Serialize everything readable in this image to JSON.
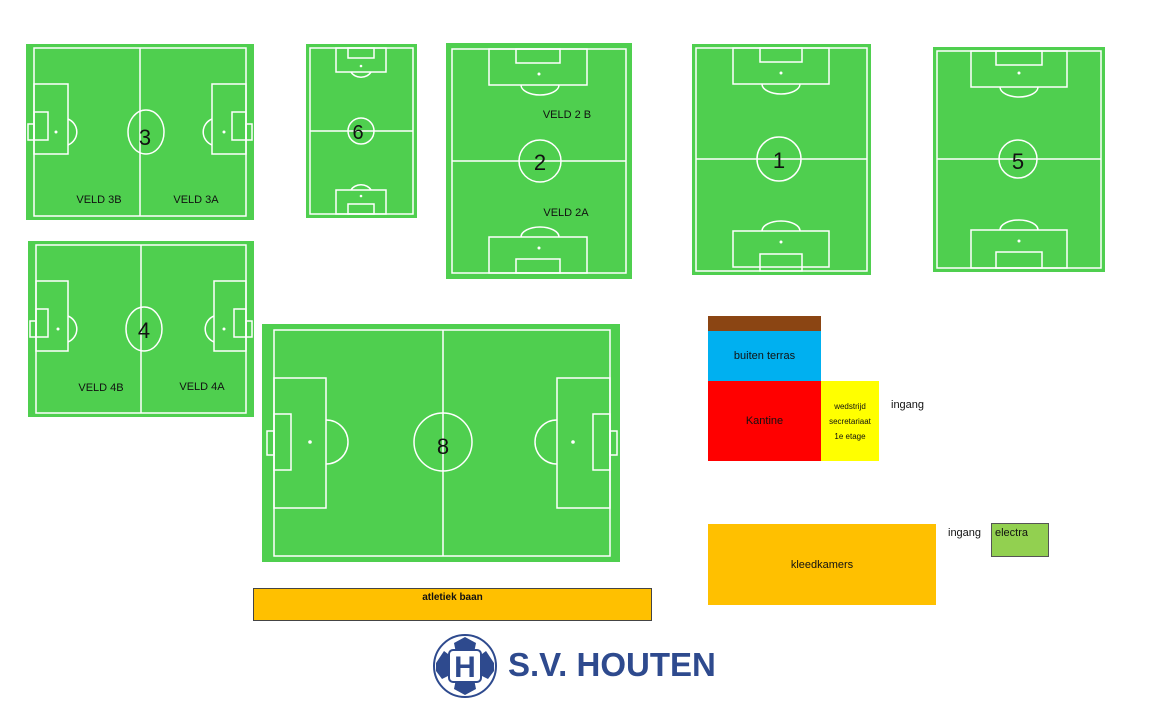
{
  "colors": {
    "grass": "#4fcf4f",
    "lines": "#ffffff",
    "terras_roof": "#8b4513",
    "terras": "#00b0f0",
    "kantine": "#ff0000",
    "secretariaat": "#ffff00",
    "kleedkamers": "#ffc000",
    "atletiek": "#ffc000",
    "electra": "#92d050",
    "logo_blue": "#2e4a8e"
  },
  "fields": {
    "f3": {
      "number": "3",
      "left_label": "VELD 3B",
      "right_label": "VELD 3A"
    },
    "f4": {
      "number": "4",
      "left_label": "VELD 4B",
      "right_label": "VELD 4A"
    },
    "f6": {
      "number": "6"
    },
    "f2": {
      "number": "2",
      "top_label": "VELD 2 B",
      "bottom_label": "VELD 2A"
    },
    "f1": {
      "number": "1"
    },
    "f5": {
      "number": "5"
    },
    "f8": {
      "number": "8"
    }
  },
  "buildings": {
    "terras": "buiten terras",
    "kantine": "Kantine",
    "secretariaat_line1": "wedstrijd",
    "secretariaat_line2": "secretariaat",
    "secretariaat_line3": "1e etage",
    "ingang_top": "ingang",
    "kleedkamers": "kleedkamers",
    "ingang_bottom": "ingang",
    "electra": "electra",
    "atletiek": "atletiek baan"
  },
  "logo": {
    "letter": "H",
    "text": "S.V. HOUTEN"
  }
}
